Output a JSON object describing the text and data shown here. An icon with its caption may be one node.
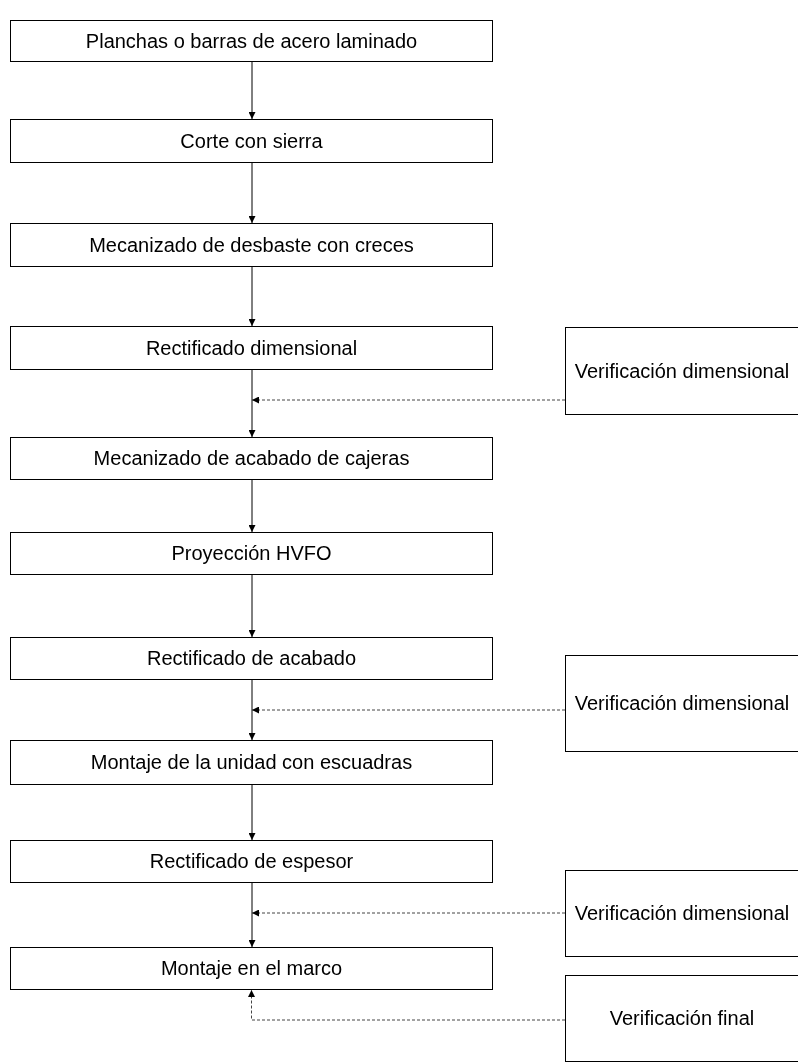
{
  "diagram": {
    "nodes": [
      {
        "text": [
          "Planchas o barras de acero laminado"
        ]
      },
      {
        "text": [
          "Corte con sierra"
        ]
      },
      {
        "text": [
          "Mecanizado de desbaste con creces"
        ]
      },
      {
        "text": [
          "Rectificado dimensional"
        ]
      },
      {
        "text": [
          "Verificación dimensional"
        ]
      },
      {
        "text": [
          "Mecanizado de acabado de cajeras"
        ]
      },
      {
        "text": [
          "Proyección HVFO"
        ]
      },
      {
        "text": [
          "Rectificado de acabado"
        ]
      },
      {
        "text": [
          "Verificación dimensional"
        ]
      },
      {
        "text": [
          "Montaje de la unidad con escuadras"
        ]
      },
      {
        "text": [
          "Rectificado de espesor"
        ]
      },
      {
        "text": [
          "Verificación dimensional"
        ]
      },
      {
        "text": [
          "Montaje en el marco"
        ]
      },
      {
        "text": [
          "Verificación final"
        ]
      }
    ],
    "edges": [
      {
        "from": 0,
        "to": 1,
        "arrow": "to"
      },
      {
        "from": 1,
        "to": 2,
        "arrow": "to"
      },
      {
        "from": 2,
        "to": 3,
        "arrow": "to"
      },
      {
        "from": 3,
        "to": 5,
        "arrow": "to"
      },
      {
        "from": 4,
        "to": null,
        "arrow": "to",
        "style": "dashed"
      },
      {
        "from": 5,
        "to": 6,
        "arrow": "to"
      },
      {
        "from": 6,
        "to": 7,
        "arrow": "to"
      },
      {
        "from": 7,
        "to": 9,
        "arrow": "to"
      },
      {
        "from": 8,
        "to": null,
        "arrow": "to",
        "style": "dashed"
      },
      {
        "from": 9,
        "to": 10,
        "arrow": "to"
      },
      {
        "from": 10,
        "to": 12,
        "arrow": "to"
      },
      {
        "from": 11,
        "to": null,
        "arrow": "to",
        "style": "dashed"
      },
      {
        "from": 13,
        "to": 12,
        "arrow": "to",
        "style": "dashed"
      }
    ]
  }
}
